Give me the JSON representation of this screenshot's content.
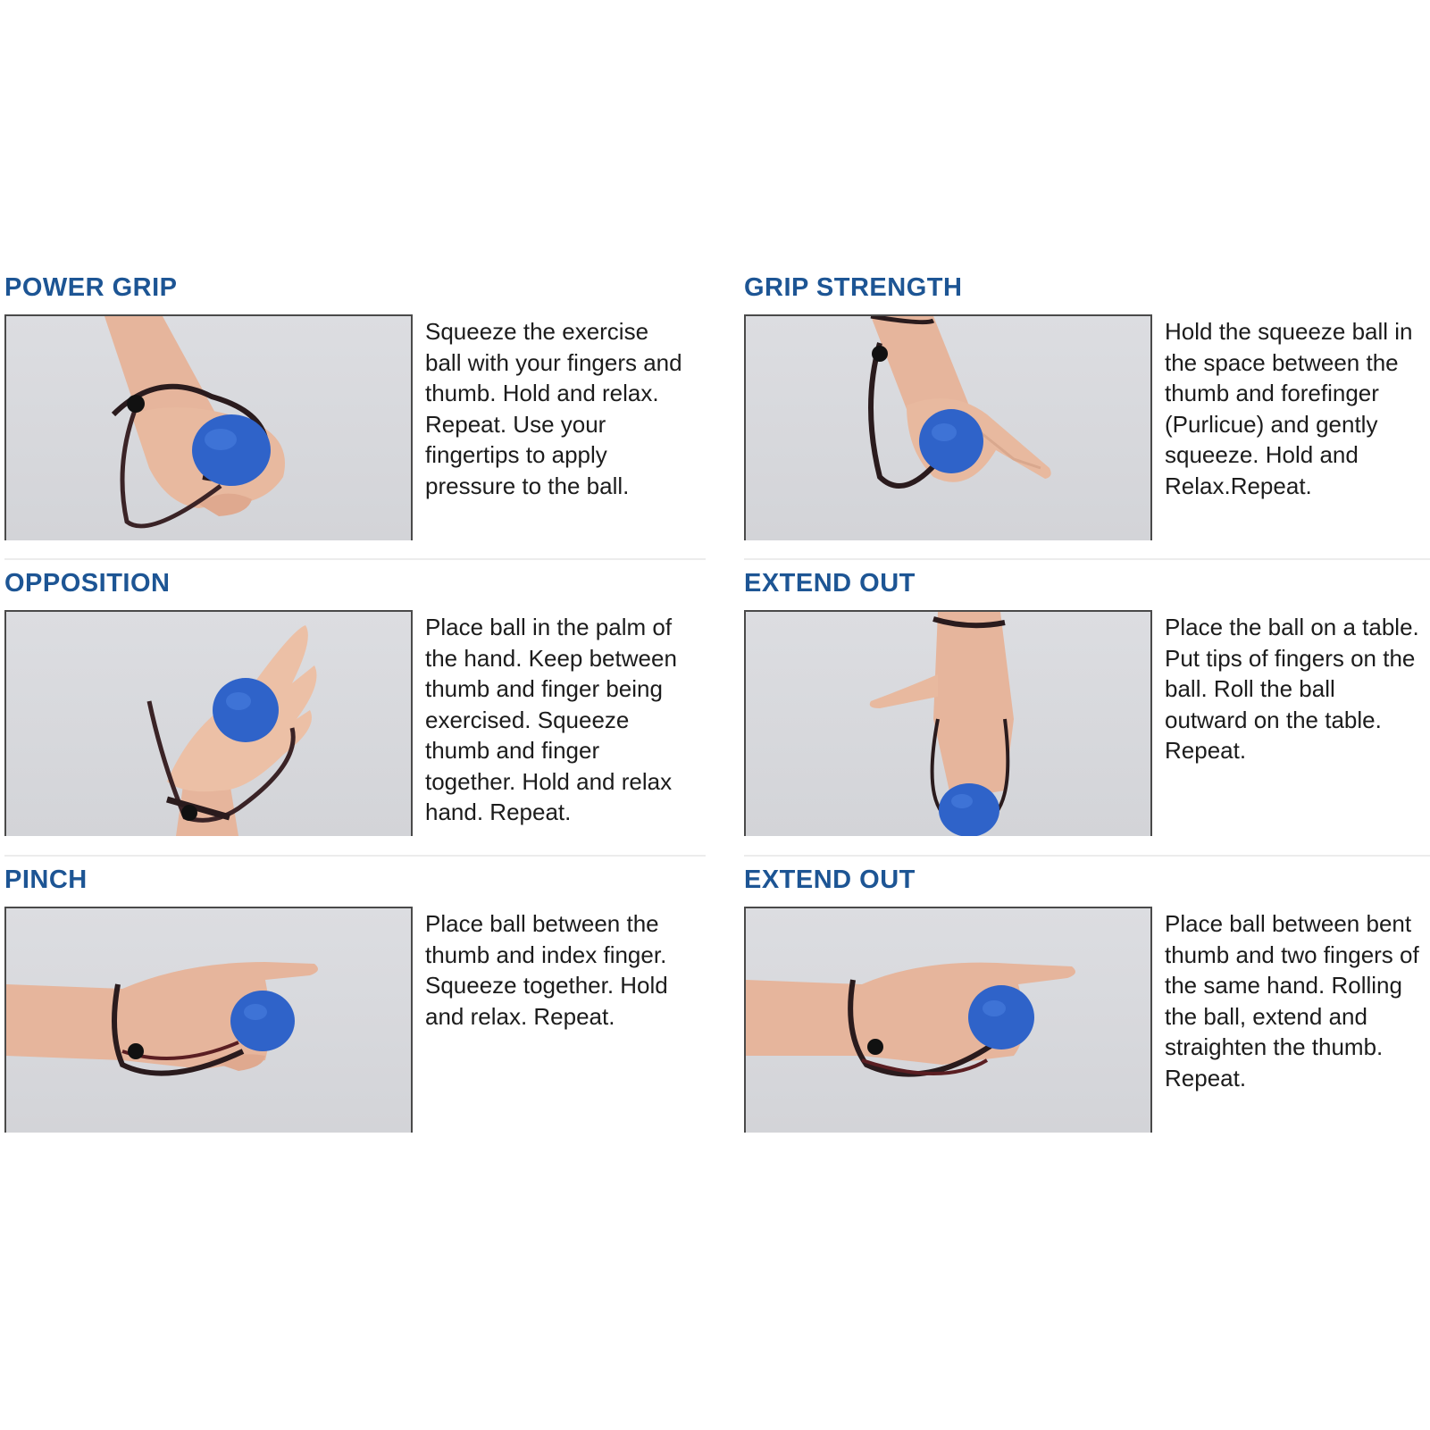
{
  "sections": [
    {
      "title": "POWER GRIP",
      "description": "Squeeze the exercise\nball with your fingers and\nthumb. Hold and relax.\nRepeat. Use your\nfingertips to apply\npressure to the ball."
    },
    {
      "title": "GRIP STRENGTH",
      "description": "Hold the squeeze ball in\nthe space between the\nthumb and forefinger\n(Purlicue) and gently\nsqueeze. Hold and\nRelax.Repeat."
    },
    {
      "title": "OPPOSITION",
      "description": "Place ball in the palm of\nthe hand. Keep between\nthumb and finger being\nexercised. Squeeze\nthumb and finger\ntogether. Hold and relax\nhand. Repeat."
    },
    {
      "title": "EXTEND OUT",
      "description": "Place the ball on a table.\nPut tips of fingers on the\nball. Roll the ball\noutward on the table.\nRepeat."
    },
    {
      "title": "PINCH",
      "description": "Place ball between the\nthumb and index finger.\nSqueeze together. Hold\nand relax. Repeat."
    },
    {
      "title": "EXTEND OUT",
      "description": "Place ball between bent\nthumb and two fingers of\nthe same hand. Rolling\nthe ball, extend and\nstraighten the thumb.\nRepeat."
    }
  ],
  "colors": {
    "heading": "#1d5594",
    "ball": "#2f63c9",
    "skin": "#e6b59c",
    "strap": "#2a1b1d",
    "photo_background": "#d8d9dd"
  },
  "icons": {
    "photo": "hand-with-squeeze-ball-illustration"
  }
}
